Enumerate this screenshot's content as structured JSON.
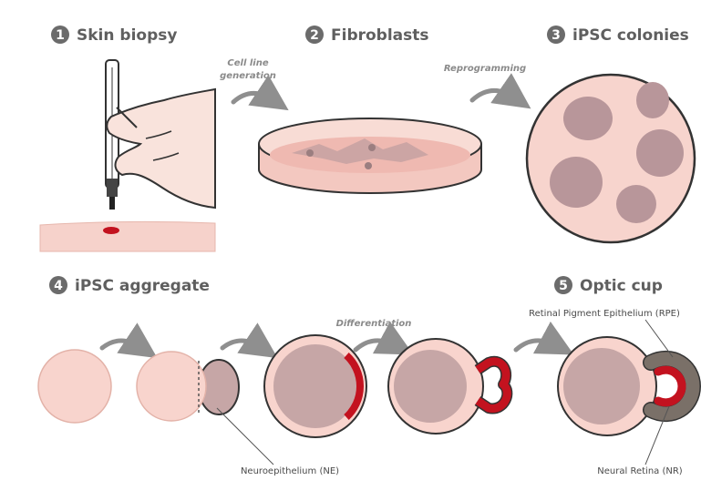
{
  "steps": [
    {
      "num": "1",
      "title": "Skin biopsy"
    },
    {
      "num": "2",
      "title": "Fibroblasts"
    },
    {
      "num": "3",
      "title": "iPSC colonies"
    },
    {
      "num": "4",
      "title": "iPSC aggregate"
    },
    {
      "num": "5",
      "title": "Optic cup"
    }
  ],
  "arrows": {
    "cell_line": [
      "Cell line",
      "generation"
    ],
    "reprogramming": "Reprogramming",
    "differentiation": "Differentiation"
  },
  "annotations": {
    "rpe": "Retinal Pigment Epithelium (RPE)",
    "ne": "Neuroepithelium (NE)",
    "nr": "Neural Retina (NR)"
  },
  "colors": {
    "title_gray": "#5f5f5f",
    "badge_gray": "#6b6b6b",
    "skin_pink": "#f6d2cb",
    "colony_mauve": "#b8969a",
    "blood_red": "#c3121f",
    "rpe_gray": "#7a7068"
  }
}
